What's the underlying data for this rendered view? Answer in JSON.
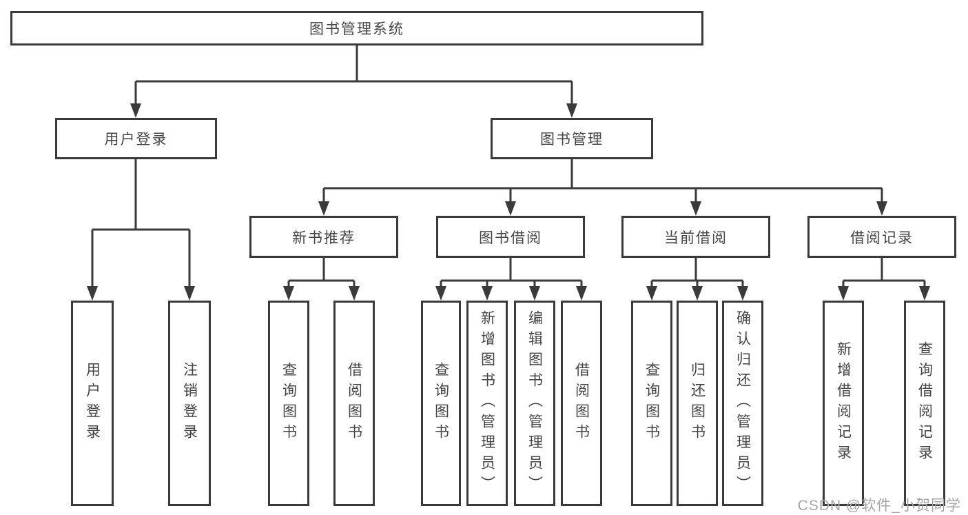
{
  "colors": {
    "line": "#3a3a3a",
    "text": "#454545",
    "watermark": "#a6a6a6",
    "background": "#ffffff"
  },
  "watermark": {
    "text": "CSDN @软件_小贺同学"
  },
  "tree": {
    "root": {
      "label": "图书管理系统"
    },
    "level2": [
      {
        "id": "user-login",
        "label": "用户登录",
        "parent": "图书管理系统"
      },
      {
        "id": "book-management",
        "label": "图书管理",
        "parent": "图书管理系统"
      }
    ],
    "level3": [
      {
        "id": "new-book-recommendation",
        "label": "新书推荐",
        "parent": "图书管理"
      },
      {
        "id": "book-borrowing",
        "label": "图书借阅",
        "parent": "图书管理"
      },
      {
        "id": "current-borrowing",
        "label": "当前借阅",
        "parent": "图书管理"
      },
      {
        "id": "borrowing-records",
        "label": "借阅记录",
        "parent": "图书管理"
      }
    ],
    "leaves": [
      {
        "label": "用户登录",
        "parent": "用户登录"
      },
      {
        "label": "注销登录",
        "parent": "用户登录"
      },
      {
        "label": "查询图书",
        "parent": "新书推荐"
      },
      {
        "label": "借阅图书",
        "parent": "新书推荐"
      },
      {
        "label": "查询图书",
        "parent": "图书借阅"
      },
      {
        "label": "新增图书（管理员）",
        "parent": "图书借阅"
      },
      {
        "label": "编辑图书（管理员）",
        "parent": "图书借阅"
      },
      {
        "label": "借阅图书",
        "parent": "图书借阅"
      },
      {
        "label": "查询图书",
        "parent": "当前借阅"
      },
      {
        "label": "归还图书",
        "parent": "当前借阅"
      },
      {
        "label": "确认归还（管理员）",
        "parent": "当前借阅"
      },
      {
        "label": "新增借阅记录",
        "parent": "借阅记录"
      },
      {
        "label": "查询借阅记录",
        "parent": "借阅记录"
      }
    ]
  }
}
